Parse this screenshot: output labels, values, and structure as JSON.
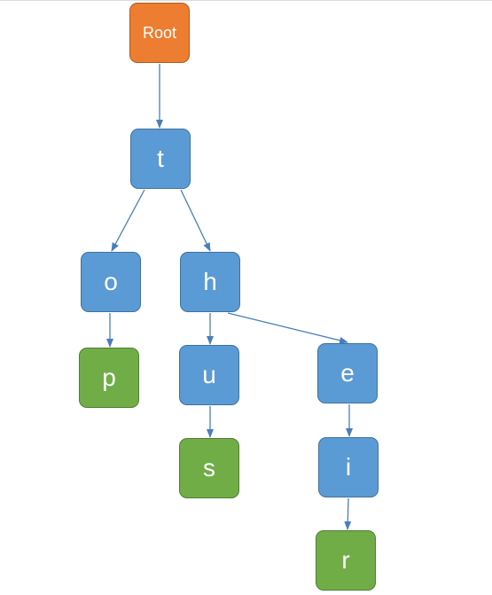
{
  "colors": {
    "root_fill": "#ED7D31",
    "root_border": "#AE5A21",
    "inner_fill": "#5B9BD5",
    "inner_border": "#41719C",
    "leaf_fill": "#70AD47",
    "leaf_border": "#507E32",
    "edge": "#4A7EBB"
  },
  "nodes": [
    {
      "id": "root",
      "label": "Root",
      "kind": "root"
    },
    {
      "id": "t",
      "label": "t",
      "kind": "inner"
    },
    {
      "id": "o",
      "label": "o",
      "kind": "inner"
    },
    {
      "id": "h",
      "label": "h",
      "kind": "inner"
    },
    {
      "id": "p",
      "label": "p",
      "kind": "leaf"
    },
    {
      "id": "u",
      "label": "u",
      "kind": "inner"
    },
    {
      "id": "e",
      "label": "e",
      "kind": "inner"
    },
    {
      "id": "s",
      "label": "s",
      "kind": "leaf"
    },
    {
      "id": "i",
      "label": "i",
      "kind": "inner"
    },
    {
      "id": "r",
      "label": "r",
      "kind": "leaf"
    }
  ],
  "edges": [
    {
      "from": "root",
      "to": "t"
    },
    {
      "from": "t",
      "to": "o"
    },
    {
      "from": "t",
      "to": "h"
    },
    {
      "from": "o",
      "to": "p"
    },
    {
      "from": "h",
      "to": "u"
    },
    {
      "from": "h",
      "to": "e"
    },
    {
      "from": "u",
      "to": "s"
    },
    {
      "from": "e",
      "to": "i"
    },
    {
      "from": "i",
      "to": "r"
    }
  ]
}
